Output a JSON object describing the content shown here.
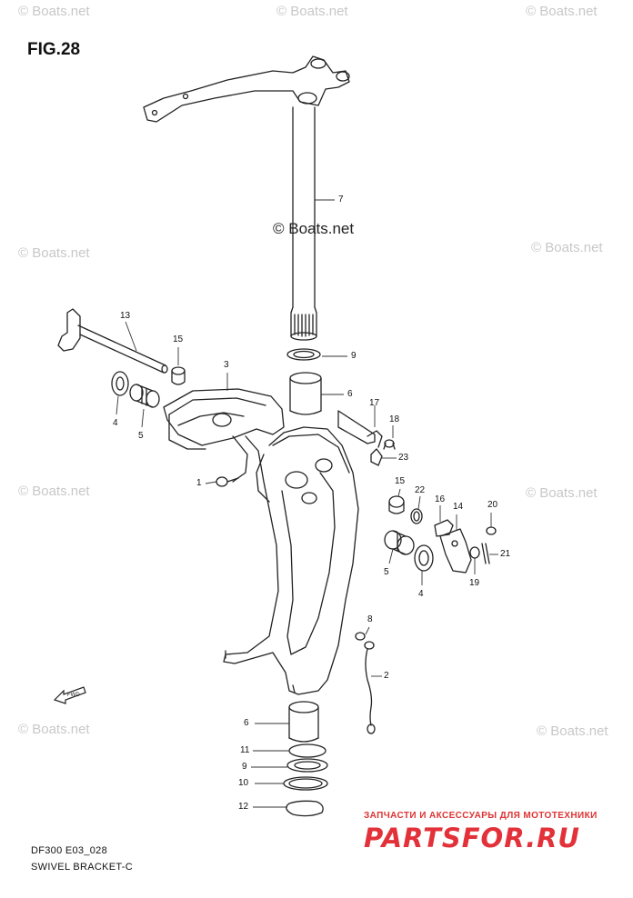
{
  "figure": {
    "title": "FIG.28"
  },
  "watermarks": {
    "text": "© Boats.net",
    "center_text": "© Boats.net"
  },
  "fwd_label": "FWD",
  "part_labels": [
    {
      "id": "label-7",
      "text": "7"
    },
    {
      "id": "label-13",
      "text": "13"
    },
    {
      "id": "label-15a",
      "text": "15"
    },
    {
      "id": "label-3",
      "text": "3"
    },
    {
      "id": "label-9a",
      "text": "9"
    },
    {
      "id": "label-6a",
      "text": "6"
    },
    {
      "id": "label-17",
      "text": "17"
    },
    {
      "id": "label-18",
      "text": "18"
    },
    {
      "id": "label-23",
      "text": "23"
    },
    {
      "id": "label-4a",
      "text": "4"
    },
    {
      "id": "label-5a",
      "text": "5"
    },
    {
      "id": "label-1",
      "text": "1"
    },
    {
      "id": "label-15b",
      "text": "15"
    },
    {
      "id": "label-22",
      "text": "22"
    },
    {
      "id": "label-16",
      "text": "16"
    },
    {
      "id": "label-14",
      "text": "14"
    },
    {
      "id": "label-20",
      "text": "20"
    },
    {
      "id": "label-21",
      "text": "21"
    },
    {
      "id": "label-19",
      "text": "19"
    },
    {
      "id": "label-5b",
      "text": "5"
    },
    {
      "id": "label-4b",
      "text": "4"
    },
    {
      "id": "label-8",
      "text": "8"
    },
    {
      "id": "label-2",
      "text": "2"
    },
    {
      "id": "label-6b",
      "text": "6"
    },
    {
      "id": "label-11",
      "text": "11"
    },
    {
      "id": "label-9b",
      "text": "9"
    },
    {
      "id": "label-10",
      "text": "10"
    },
    {
      "id": "label-12",
      "text": "12"
    }
  ],
  "footer": {
    "code": "DF300 E03_028",
    "name": "SWIVEL BRACKET-C"
  },
  "shop": {
    "tagline": "ЗАПЧАСТИ И АКСЕССУАРЫ ДЛЯ МОТОТЕХНИКИ",
    "logo": "PARTSFOR.RU"
  }
}
